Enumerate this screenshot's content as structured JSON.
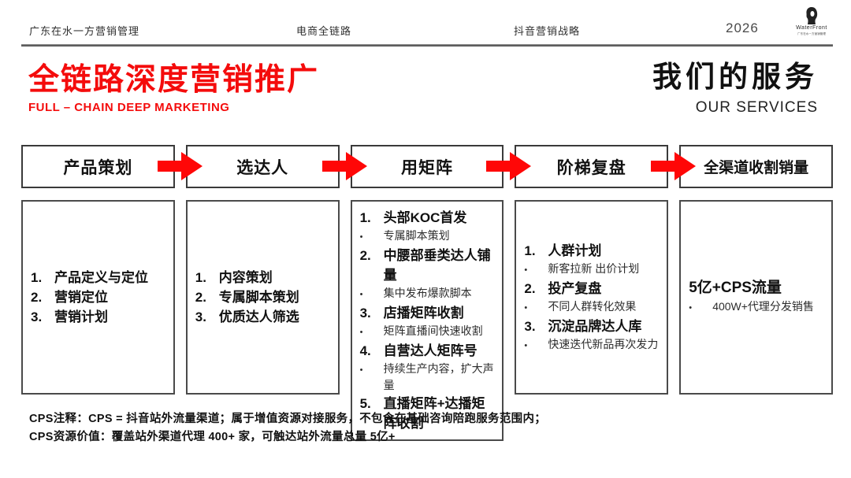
{
  "colors": {
    "accent": "#f40c0c",
    "arrow": "#ff0707",
    "box_border": "#3a3a3a"
  },
  "topbar": {
    "nav": [
      "广东在水一方营销管理",
      "电商全链路",
      "抖音营销战略"
    ],
    "year": "2026",
    "logo": {
      "brand": "WaterFront",
      "brand_sub": "广东在水一方营销管理"
    }
  },
  "title": {
    "main": "全链路深度营销推广",
    "sub": "FULL – CHAIN DEEP MARKETING"
  },
  "section": {
    "main": "我们的服务",
    "sub": "OUR SERVICES"
  },
  "columns": [
    {
      "header": "产品策划",
      "items": [
        {
          "marker": "1.",
          "text": "产品定义与定位",
          "style": "num"
        },
        {
          "marker": "2.",
          "text": "营销定位",
          "style": "num"
        },
        {
          "marker": "3.",
          "text": "营销计划",
          "style": "num"
        }
      ]
    },
    {
      "header": "选达人",
      "items": [
        {
          "marker": "1.",
          "text": "内容策划",
          "style": "num"
        },
        {
          "marker": "2.",
          "text": "专属脚本策划",
          "style": "num"
        },
        {
          "marker": "3.",
          "text": "优质达人筛选",
          "style": "num"
        }
      ]
    },
    {
      "header": "用矩阵",
      "items": [
        {
          "marker": "1.",
          "text": "头部KOC首发",
          "style": "num"
        },
        {
          "marker": "•",
          "text": "专属脚本策划",
          "style": "sub"
        },
        {
          "marker": "2.",
          "text": "中腰部垂类达人铺量",
          "style": "num"
        },
        {
          "marker": "•",
          "text": "集中发布爆款脚本",
          "style": "sub"
        },
        {
          "marker": "3.",
          "text": "店播矩阵收割",
          "style": "num"
        },
        {
          "marker": "•",
          "text": "矩阵直播间快速收割",
          "style": "sub"
        },
        {
          "marker": "4.",
          "text": "自营达人矩阵号",
          "style": "num"
        },
        {
          "marker": "•",
          "text": "持续生产内容，扩大声量",
          "style": "sub"
        },
        {
          "marker": "5.",
          "text": "直播矩阵+达播矩阵收割",
          "style": "num"
        }
      ]
    },
    {
      "header": "阶梯复盘",
      "items": [
        {
          "marker": "1.",
          "text": "人群计划",
          "style": "num"
        },
        {
          "marker": "•",
          "text": "新客拉新 出价计划",
          "style": "sub"
        },
        {
          "marker": "2.",
          "text": "投产复盘",
          "style": "num"
        },
        {
          "marker": "•",
          "text": "不同人群转化效果",
          "style": "sub"
        },
        {
          "marker": "3.",
          "text": "沉淀品牌达人库",
          "style": "num"
        },
        {
          "marker": "•",
          "text": "快速迭代新品再次发力",
          "style": "sub"
        }
      ]
    },
    {
      "header": "全渠道收割销量",
      "items": [
        {
          "marker": "",
          "text": "5亿+CPS流量",
          "style": "lead"
        },
        {
          "marker": "•",
          "text": "400W+代理分发销售",
          "style": "sub"
        }
      ]
    }
  ],
  "notes": [
    "CPS注释：CPS = 抖音站外流量渠道；属于增值资源对接服务，不包含在基础咨询陪跑服务范围内；",
    "CPS资源价值：覆盖站外渠道代理 400+ 家，可触达站外流量总量 5亿+"
  ]
}
